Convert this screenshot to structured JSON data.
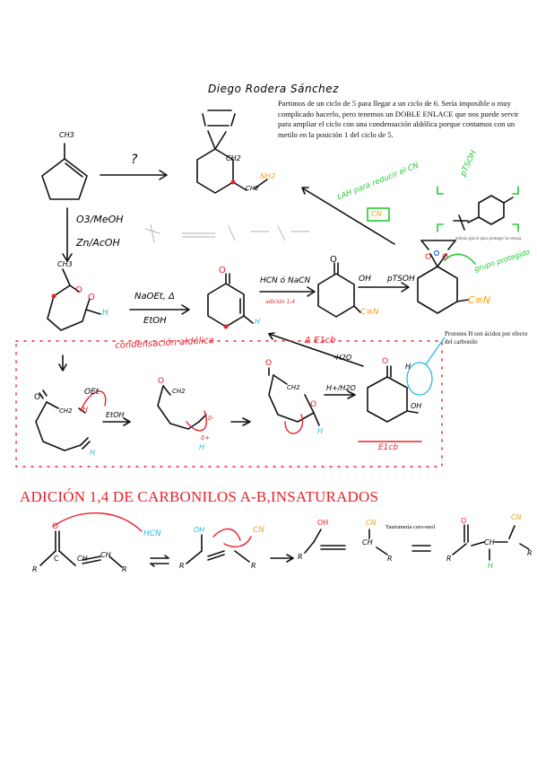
{
  "author": "Diego Rodera Sánchez",
  "intro_note": "Partimos de un ciclo de 5 para llegar a un ciclo de 6. Sería imposible o muy complicado hacerlo, pero tenemos un DOBLE ENLACE que nos puede servir para ampliar el ciclo con una condensación aldólica porque contamos con un metilo en la posición 1 del ciclo de 5.",
  "question_mark": "?",
  "labels": {
    "ch3_top": "CH3",
    "ch2_ketal": "CH2",
    "nh2": "NH2",
    "ch2_amine": "CH2",
    "ozonolysis_1": "O3/MeOH",
    "ozonolysis_2": "Zn/AcOH",
    "ch3_mid": "CH3",
    "aldehyde_h": "H",
    "naoet": "NaOEt, Δ",
    "etoh": "EtOH",
    "hcn": "HCN ó NaCN",
    "adicion_14": "adición 1,4",
    "cn_mid": "C≡N",
    "lah": "LAH para reducir el CN",
    "cn_box": "CN",
    "ptsoh_top": "pTSOH",
    "ptsoh_arrow": "pTSOH",
    "oh_arrow": "OH",
    "grupo_protegido": "grupo protegido",
    "cn_right": "C≡N",
    "tiny_note": "etileno glicol para proteger la cetona",
    "condensacion": "condensación aldólica",
    "delta_e1cb": "Δ E1cb",
    "minus_h2o": "-H2O",
    "h3o": "H+/H2O",
    "protones": "Protones H son ácidos por efecto del carbonilo",
    "oet": "OEt",
    "etoh_arrow": "EtOH",
    "ch2_dot": "CH2",
    "ch2_ring": "CH2",
    "oh_ring": "OH",
    "h_ring": "H",
    "e1cb": "E1cb",
    "charge_d_plus": "δ+",
    "charge_d_minus": "δ-",
    "h_bottom": "H"
  },
  "section_title": "ADICIÓN 1,4 DE CARBONILOS A-B,INSATURADOS",
  "bottom": {
    "hcn": "HCN",
    "cn_orange": "CN",
    "cn_orange2": "CN",
    "cn_orange3": "CN",
    "oh_orange": "OH",
    "tautomeria": "Tautomería ceto-enol",
    "ch": "CH",
    "r": "R"
  },
  "colors": {
    "ink": "#111111",
    "red": "#e8202a",
    "green": "#22cc33",
    "orange": "#f4a11d",
    "cyan": "#2ab7e6",
    "blue": "#2a6fd8"
  }
}
